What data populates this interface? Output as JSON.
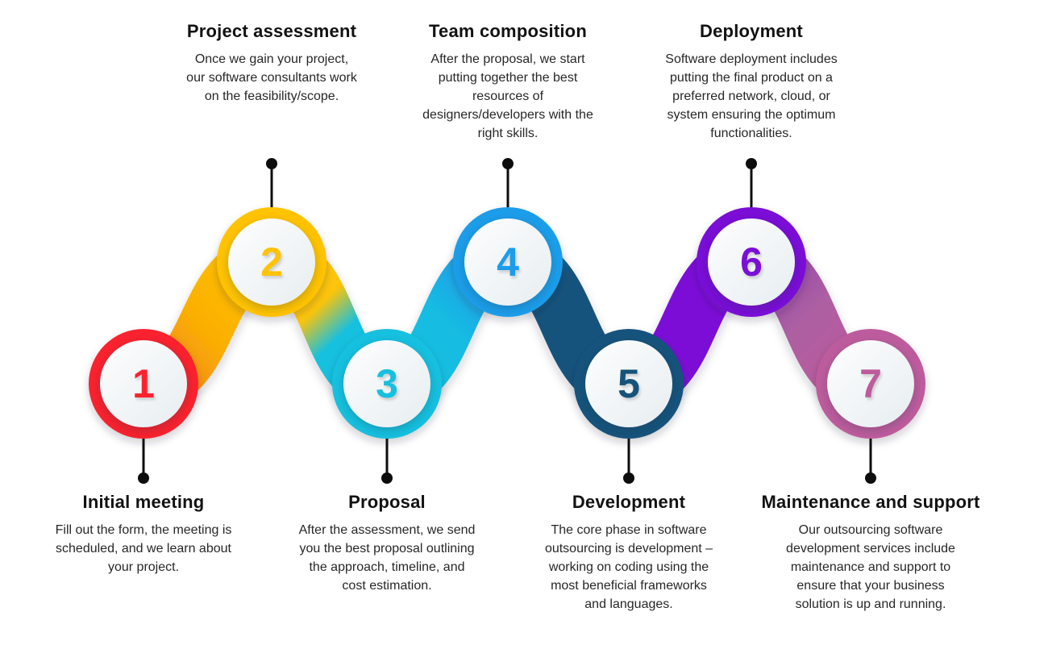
{
  "diagram": {
    "name": "software-outsourcing-process",
    "background": "#ffffff",
    "stem_color": "#0d0d0d",
    "heading_color": "#121212",
    "body_color": "#272727",
    "steps": [
      {
        "number": "1",
        "label": "Initial meeting",
        "description": "Fill out the form, the meeting is\nscheduled, and we learn about\nyour project.",
        "color": "#F9232F",
        "text_position": "bottom"
      },
      {
        "number": "2",
        "label": "Project assessment",
        "description": "Once we gain your project,\nour software consultants work\non the feasibility/scope.",
        "color": "#FFC306",
        "text_position": "top"
      },
      {
        "number": "3",
        "label": "Proposal",
        "description": "After the assessment, we send\nyou the best proposal outlining\nthe approach, timeline, and\ncost estimation.",
        "color": "#18C0DF",
        "text_position": "bottom"
      },
      {
        "number": "4",
        "label": "Team composition",
        "description": "After the proposal, we start\nputting together the best\nresources of\ndesigners/developers with the\nright skills.",
        "color": "#1C9DE9",
        "text_position": "top"
      },
      {
        "number": "5",
        "label": "Development",
        "description": "The core phase in software\noutsourcing is development –\nworking on coding using the\nmost beneficial frameworks\nand languages.",
        "color": "#15537B",
        "text_position": "bottom"
      },
      {
        "number": "6",
        "label": "Deployment",
        "description": "Software deployment includes\nputting the final product on a\npreferred network, cloud, or\nsystem ensuring the optimum\nfunctionalities.",
        "color": "#7A10D6",
        "text_position": "top"
      },
      {
        "number": "7",
        "label": "Maintenance and support",
        "description": "Our outsourcing software\ndevelopment services include\nmaintenance and support to\nensure that your business\nsolution is up and running.",
        "color": "#BD5B9D",
        "text_position": "bottom"
      }
    ],
    "connectors": [
      {
        "from": "1",
        "to": "2",
        "stops": [
          [
            0,
            "#ED7A12"
          ],
          [
            0.45,
            "#FBAE05"
          ],
          [
            1,
            "#FFC503"
          ]
        ]
      },
      {
        "from": "2",
        "to": "3",
        "stops": [
          [
            0,
            "#FFC503"
          ],
          [
            0.38,
            "#FCC40A"
          ],
          [
            0.6,
            "#18C0DF"
          ],
          [
            1,
            "#18C0DF"
          ]
        ]
      },
      {
        "from": "3",
        "to": "4",
        "stops": [
          [
            0,
            "#18C0DF"
          ],
          [
            0.5,
            "#18BCE2"
          ],
          [
            0.82,
            "#1C9DE9"
          ],
          [
            1,
            "#1C9DE9"
          ]
        ]
      },
      {
        "from": "4",
        "to": "5",
        "stops": [
          [
            0,
            "#1887C6"
          ],
          [
            0.3,
            "#15537B"
          ],
          [
            1,
            "#15537B"
          ]
        ]
      },
      {
        "from": "5",
        "to": "6",
        "stops": [
          [
            0,
            "#2C4386"
          ],
          [
            0.28,
            "#7B10D6"
          ],
          [
            1,
            "#7B10D6"
          ]
        ]
      },
      {
        "from": "6",
        "to": "7",
        "stops": [
          [
            0,
            "#8F3FAE"
          ],
          [
            0.45,
            "#AC5FA2"
          ],
          [
            1,
            "#C0599C"
          ]
        ]
      }
    ]
  }
}
